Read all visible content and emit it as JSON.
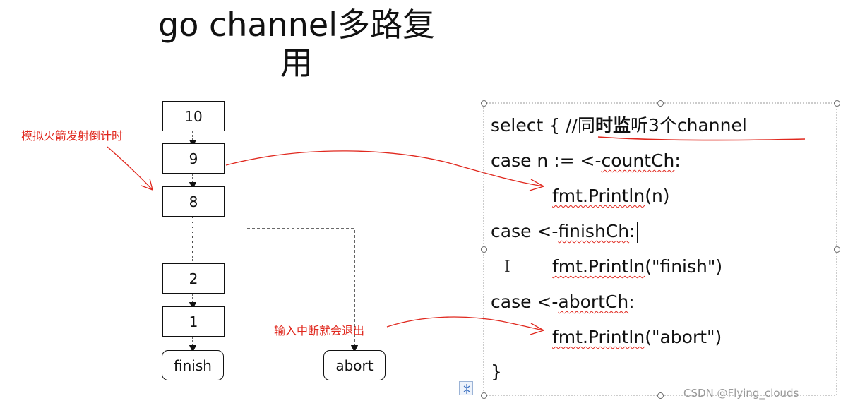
{
  "title": {
    "line1": "go channel多路复",
    "line2": "用"
  },
  "countdown": {
    "annotation": "模拟火箭发射倒计时",
    "boxes": [
      "10",
      "9",
      "8",
      "2",
      "1"
    ],
    "finish_label": "finish"
  },
  "abort": {
    "annotation": "输入中断就会退出",
    "box_label": "abort"
  },
  "code": {
    "line1_prefix": "select { //同",
    "line1_bold": "时监",
    "line1_suffix": "听3个channel",
    "line2_prefix": "case n := <-",
    "line2_ident": "countCh",
    "line2_suffix": ":",
    "line3_ident": "fmt.Println",
    "line3_args": "(n)",
    "line4_prefix": "case <-",
    "line4_ident": "finishCh",
    "line4_suffix": ":",
    "cursor_glyph": "I",
    "line5_ident": "fmt.Println",
    "line5_args": "(\"finish\")",
    "line6_prefix": "case <-",
    "line6_ident": "abortCh",
    "line6_suffix": ":",
    "line7_ident": "fmt.Println",
    "line7_args": "(\"abort\")",
    "line8": "}"
  },
  "watermark": "CSDN @Flying_clouds",
  "colors": {
    "annotation": "#e0281e",
    "line": "#111111"
  }
}
